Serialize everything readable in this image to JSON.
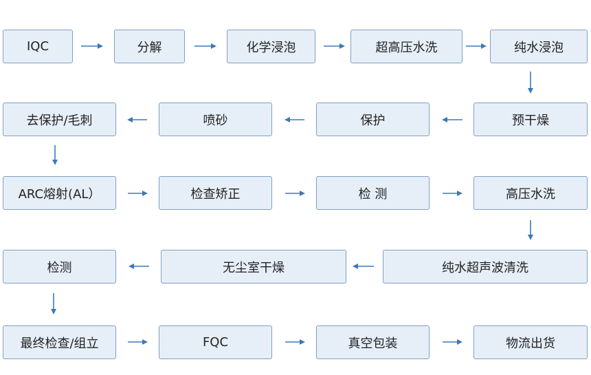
{
  "steps": {
    "s1": "IQC",
    "s2": "分解",
    "s3": "化学浸泡",
    "s4": "超高压水洗",
    "s5": "纯水浸泡",
    "s6": "预干燥",
    "s7": "保护",
    "s8": "喷砂",
    "s9": "去保护/毛刺",
    "s10": "ARC熔射(AL）",
    "s11": "检查矫正",
    "s12": "检 测",
    "s13": "高压水洗",
    "s14": "纯水超声波清洗",
    "s15": "无尘室干燥",
    "s16": "检测",
    "s17": "最终检查/组立",
    "s18": "FQC",
    "s19": "真空包装",
    "s20": "物流出货"
  },
  "colors": {
    "box_fill": "#e6eff8",
    "box_border": "#7f9fc2",
    "arrow": "#3b79b8"
  }
}
